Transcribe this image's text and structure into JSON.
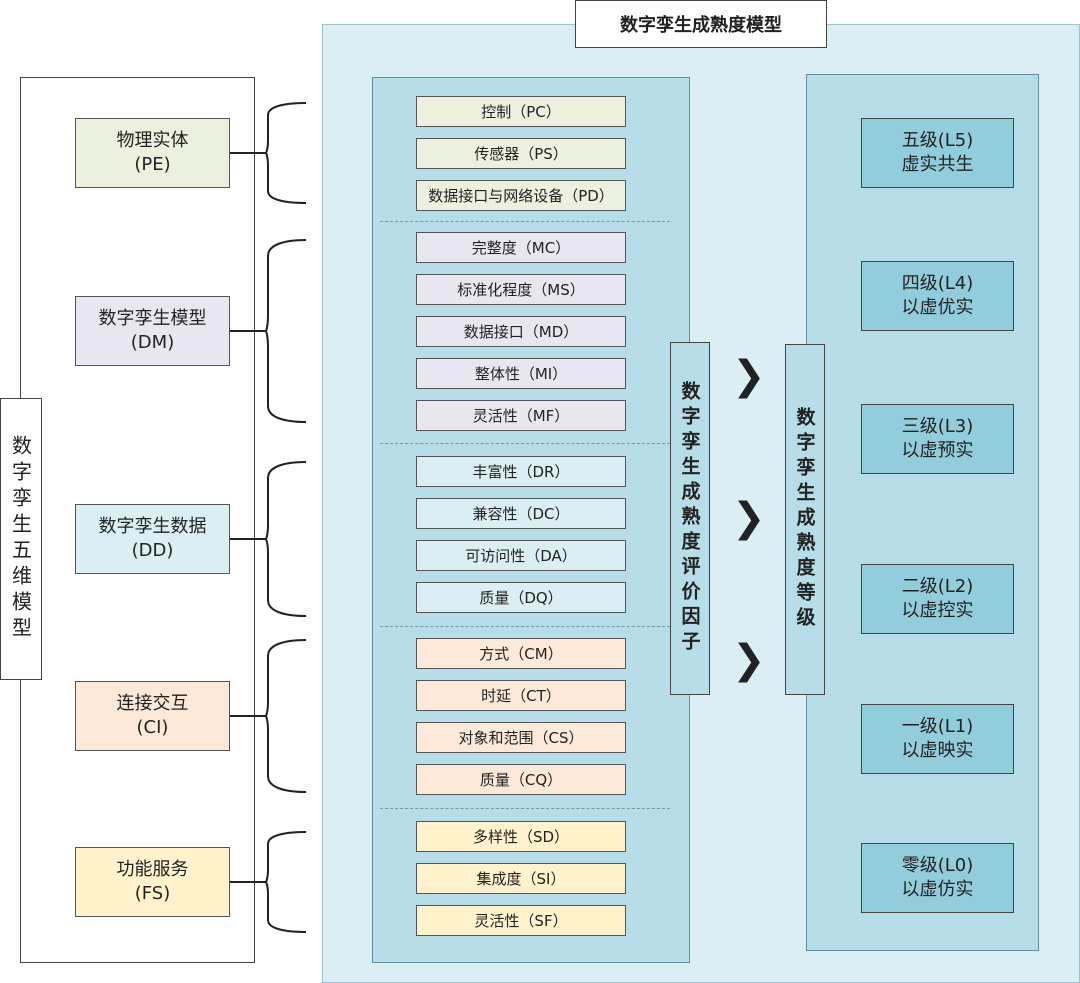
{
  "title": "数字孪生成熟度模型",
  "five_dim_label": "数字孪生五维模型",
  "dimensions": [
    {
      "name": "物理实体",
      "code": "(PE)",
      "color": "#ebf1de"
    },
    {
      "name": "数字孪生模型",
      "code": "(DM)",
      "color": "#e8e6f0"
    },
    {
      "name": "数字孪生数据",
      "code": "(DD)",
      "color": "#daeef3"
    },
    {
      "name": "连接交互",
      "code": "(CI)",
      "color": "#fde9d9"
    },
    {
      "name": "功能服务",
      "code": "(FS)",
      "color": "#fff2cc"
    }
  ],
  "factors": [
    {
      "label": "控制（PC）",
      "group": 0
    },
    {
      "label": "传感器（PS）",
      "group": 0
    },
    {
      "label": "数据接口与网络设备（PD）",
      "group": 0
    },
    {
      "label": "完整度（MC）",
      "group": 1
    },
    {
      "label": "标准化程度（MS）",
      "group": 1
    },
    {
      "label": "数据接口（MD）",
      "group": 1
    },
    {
      "label": "整体性（MI）",
      "group": 1
    },
    {
      "label": "灵活性（MF）",
      "group": 1
    },
    {
      "label": "丰富性（DR）",
      "group": 2
    },
    {
      "label": "兼容性（DC）",
      "group": 2
    },
    {
      "label": "可访问性（DA）",
      "group": 2
    },
    {
      "label": "质量（DQ）",
      "group": 2
    },
    {
      "label": "方式（CM）",
      "group": 3
    },
    {
      "label": "时延（CT）",
      "group": 3
    },
    {
      "label": "对象和范围（CS）",
      "group": 3
    },
    {
      "label": "质量（CQ）",
      "group": 3
    },
    {
      "label": "多样性（SD）",
      "group": 4
    },
    {
      "label": "集成度（SI）",
      "group": 4
    },
    {
      "label": "灵活性（SF）",
      "group": 4
    }
  ],
  "factor_group_colors": [
    "#ebf1de",
    "#e8e6f0",
    "#daeef3",
    "#fde9d9",
    "#fff2cc"
  ],
  "eval_factor_label": "数字孪生成熟度评价因子",
  "level_label": "数字孪生成熟度等级",
  "levels": [
    {
      "grade": "五级(L5)",
      "name": "虚实共生"
    },
    {
      "grade": "四级(L4)",
      "name": "以虚优实"
    },
    {
      "grade": "三级(L3)",
      "name": "以虚预实"
    },
    {
      "grade": "二级(L2)",
      "name": "以虚控实"
    },
    {
      "grade": "一级(L1)",
      "name": "以虚映实"
    },
    {
      "grade": "零级(L0)",
      "name": "以虚仿实"
    }
  ],
  "arrow_glyph": "❯"
}
